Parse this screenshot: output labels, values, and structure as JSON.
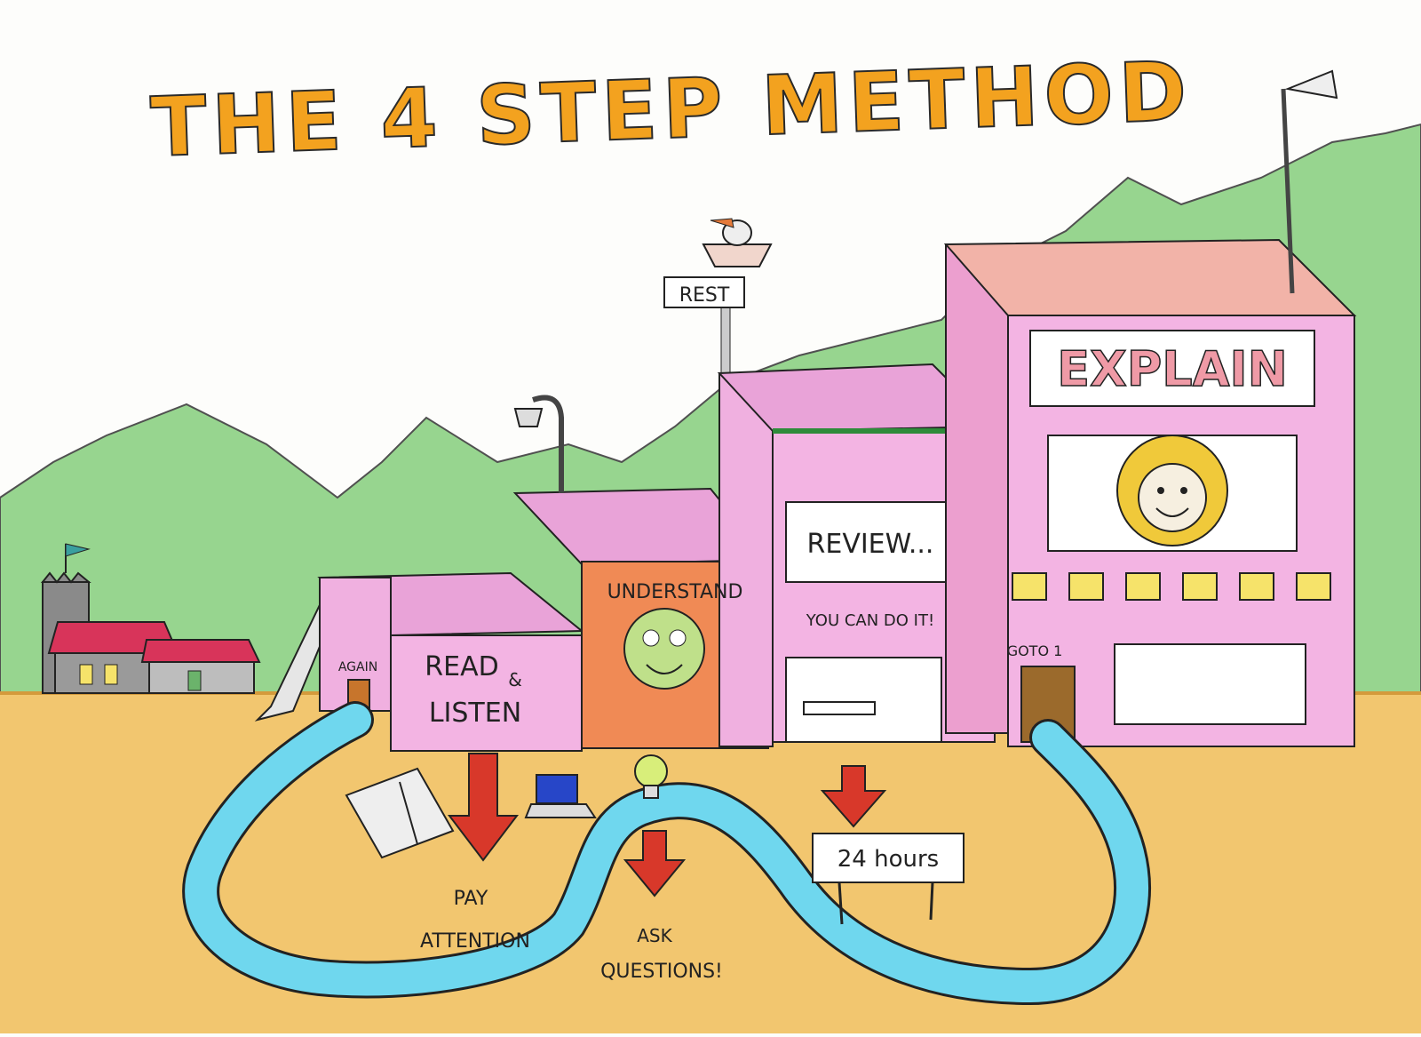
{
  "title": "THE 4 STEP METHOD",
  "signs": {
    "rest": "REST",
    "explain": "EXPLAIN",
    "review": "REVIEW...",
    "you_can_do_it": "YOU CAN DO IT!",
    "understand": "UNDERSTAND",
    "read": "READ",
    "amp": "&",
    "listen": "LISTEN",
    "again": "AGAIN",
    "goto": "GOTO 1",
    "hours": "24 hours"
  },
  "labels": {
    "pay": "PAY",
    "attention": "ATTENTION",
    "ask": "ASK",
    "questions": "QUESTIONS!"
  },
  "colors": {
    "title_fill": "#f3a21f",
    "hills": "#7ec97a",
    "ground": "#f1c46b",
    "river": "#69d6ec",
    "building_pink": "#ef9fd9",
    "building_orange": "#f08a55",
    "arrow_red": "#d8382a",
    "roof_red": "#d8345a"
  }
}
